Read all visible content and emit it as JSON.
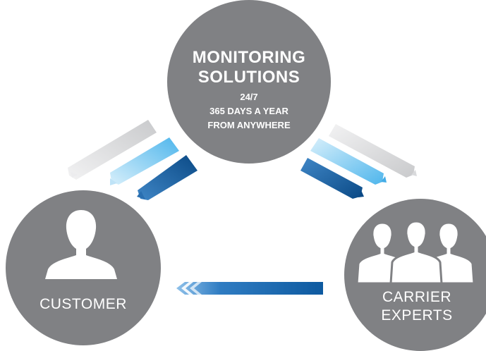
{
  "nodes": {
    "top": {
      "title_line1": "MONITORING",
      "title_line2": "SOLUTIONS",
      "line3": "24/7",
      "line4": "365 DAYS A YEAR",
      "line5": "FROM ANYWHERE"
    },
    "left": {
      "label": "CUSTOMER"
    },
    "right": {
      "label_line1": "CARRIER",
      "label_line2": "EXPERTS"
    }
  },
  "colors": {
    "circle": "#808184",
    "arrow_light_gray": "#e2e3e5",
    "arrow_light_blue": "#3aa7e3",
    "arrow_dark_blue": "#0d4f8f",
    "icon": "#ffffff"
  },
  "icons": {
    "customer": "single-person-icon",
    "experts": "group-of-people-icon"
  }
}
